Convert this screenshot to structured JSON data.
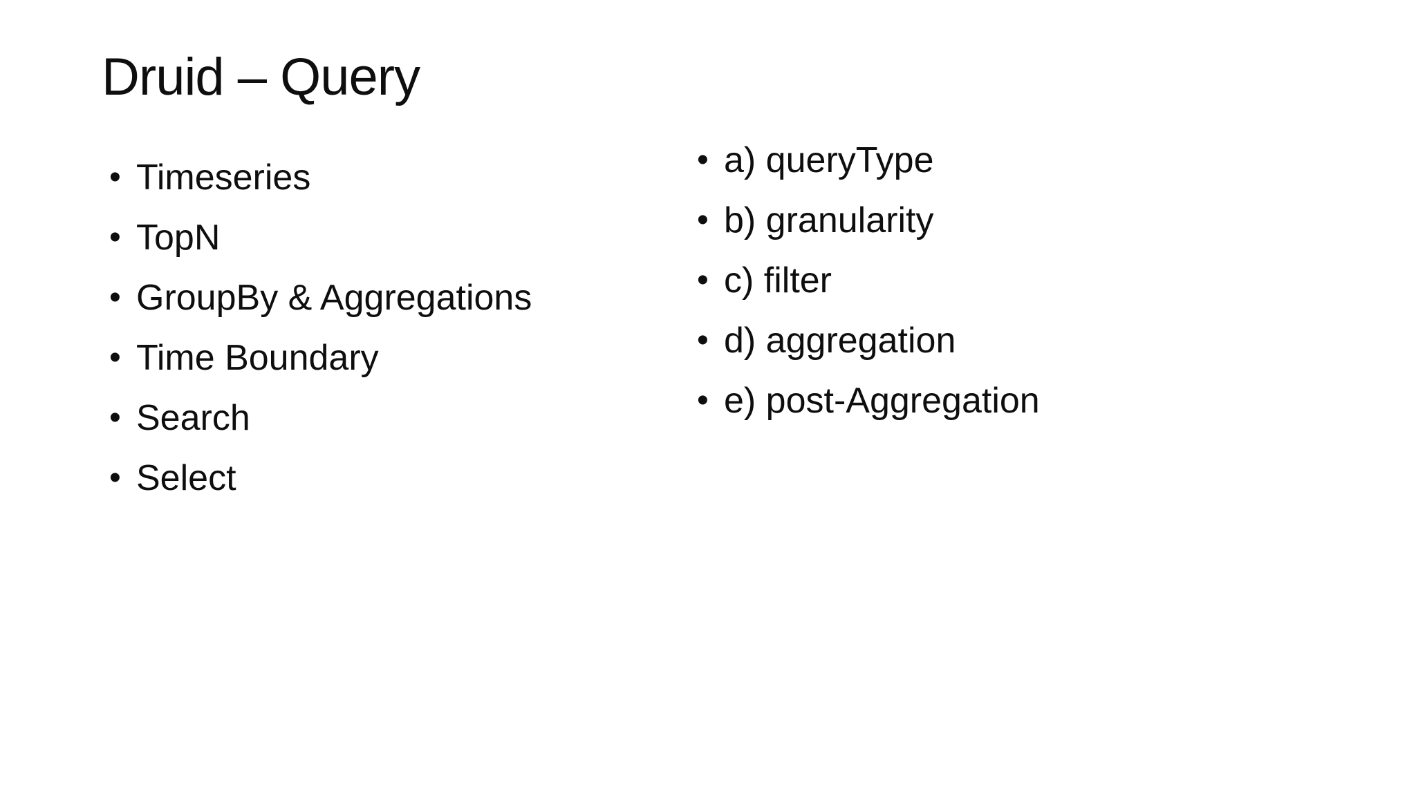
{
  "slide": {
    "title": "Druid – Query",
    "bullet_char": "•",
    "left_bullets": [
      "Timeseries",
      "TopN",
      "GroupBy & Aggregations",
      "Time Boundary",
      "Search",
      "Select"
    ],
    "right_bullets": [
      "a) queryType",
      "b) granularity",
      "c) filter",
      "d) aggregation",
      "e) post-Aggregation"
    ],
    "colors": {
      "background": "#ffffff",
      "text": "#0e0e0e"
    }
  }
}
